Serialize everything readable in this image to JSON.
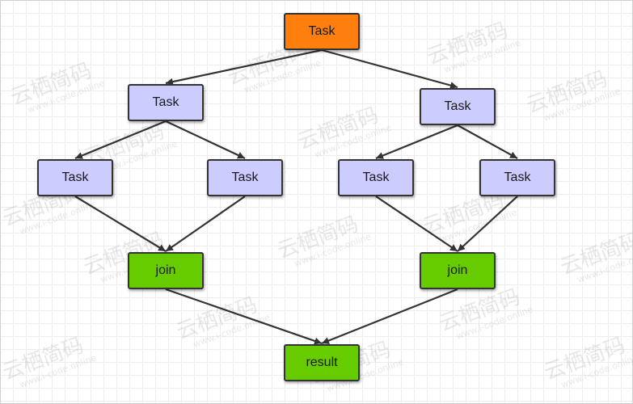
{
  "colors": {
    "root": "#ff7f0e",
    "task": "#ccccff",
    "join": "#66cc00",
    "result": "#66cc00",
    "border": "#333333",
    "edge": "#333333"
  },
  "nodes": [
    {
      "id": "root",
      "label": "Task",
      "kind": "root"
    },
    {
      "id": "l1",
      "label": "Task",
      "kind": "task"
    },
    {
      "id": "r1",
      "label": "Task",
      "kind": "task"
    },
    {
      "id": "l1a",
      "label": "Task",
      "kind": "task"
    },
    {
      "id": "l1b",
      "label": "Task",
      "kind": "task"
    },
    {
      "id": "r1a",
      "label": "Task",
      "kind": "task"
    },
    {
      "id": "r1b",
      "label": "Task",
      "kind": "task"
    },
    {
      "id": "ljoin",
      "label": "join",
      "kind": "join"
    },
    {
      "id": "rjoin",
      "label": "join",
      "kind": "join"
    },
    {
      "id": "result",
      "label": "result",
      "kind": "result"
    }
  ],
  "edges": [
    [
      "root",
      "l1"
    ],
    [
      "root",
      "r1"
    ],
    [
      "l1",
      "l1a"
    ],
    [
      "l1",
      "l1b"
    ],
    [
      "r1",
      "r1a"
    ],
    [
      "r1",
      "r1b"
    ],
    [
      "l1a",
      "ljoin"
    ],
    [
      "l1b",
      "ljoin"
    ],
    [
      "r1a",
      "rjoin"
    ],
    [
      "r1b",
      "rjoin"
    ],
    [
      "ljoin",
      "result"
    ],
    [
      "rjoin",
      "result"
    ]
  ],
  "watermark": {
    "cn": "云栖简码",
    "en": "www.i-code.online"
  }
}
